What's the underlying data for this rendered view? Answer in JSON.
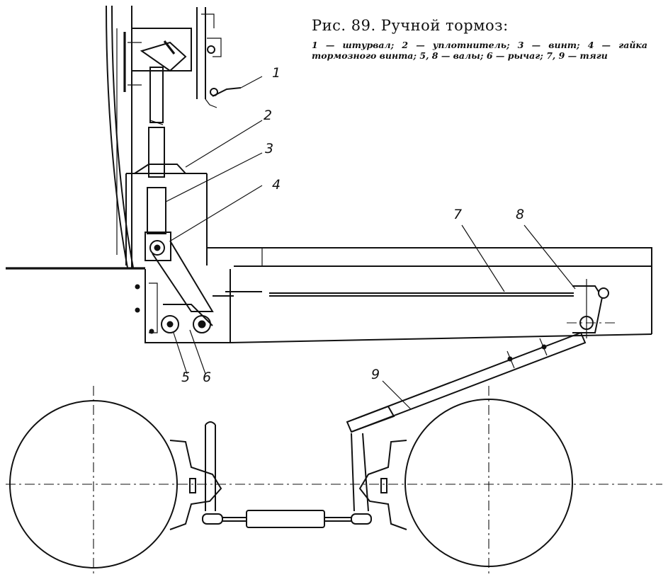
{
  "caption": {
    "title": "Рис. 89. Ручной тормоз:",
    "legend": "1 — штурвал; 2 — уплотнитель; 3 — винт; 4 — гайка тормозного винта; 5, 8 — валы; 6 — рычаг; 7, 9 — тяги"
  },
  "callouts": [
    "1",
    "2",
    "3",
    "4",
    "7",
    "8",
    "5",
    "6",
    "9"
  ]
}
